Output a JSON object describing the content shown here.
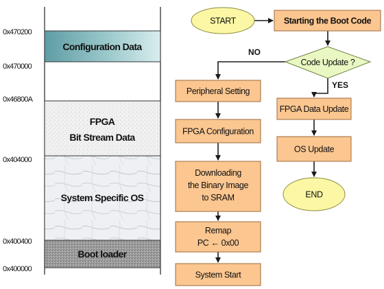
{
  "memory_map": {
    "addresses": [
      "0x470200",
      "0x470000",
      "0x46800A",
      "0x404000",
      "0x400400",
      "0x400000"
    ],
    "segments": {
      "config": "Configuration Data",
      "fpga_line1": "FPGA",
      "fpga_line2": "Bit Stream Data",
      "os": "System Specific OS",
      "boot": "Boot loader"
    }
  },
  "flowchart": {
    "start": "START",
    "boot_code": "Starting the Boot Code",
    "decision": "Code Update ?",
    "no_label": "NO",
    "yes_label": "YES",
    "left": {
      "peripheral": "Peripheral Setting",
      "fpga_config": "FPGA Configuration",
      "download_line1": "Downloading",
      "download_line2": "the Binary Image",
      "download_line3": "to SRAM",
      "remap_line1": "Remap",
      "remap_line2": "PC ← 0x00",
      "system_start": "System Start"
    },
    "right": {
      "fpga_update": "FPGA Data Update",
      "os_update": "OS Update",
      "end": "END"
    }
  },
  "colors": {
    "process_fill": "#fbc690",
    "terminal_fill": "#fbf7a4",
    "decision_fill": "#e9f8c2",
    "config_fill": "#7fb5b9"
  }
}
